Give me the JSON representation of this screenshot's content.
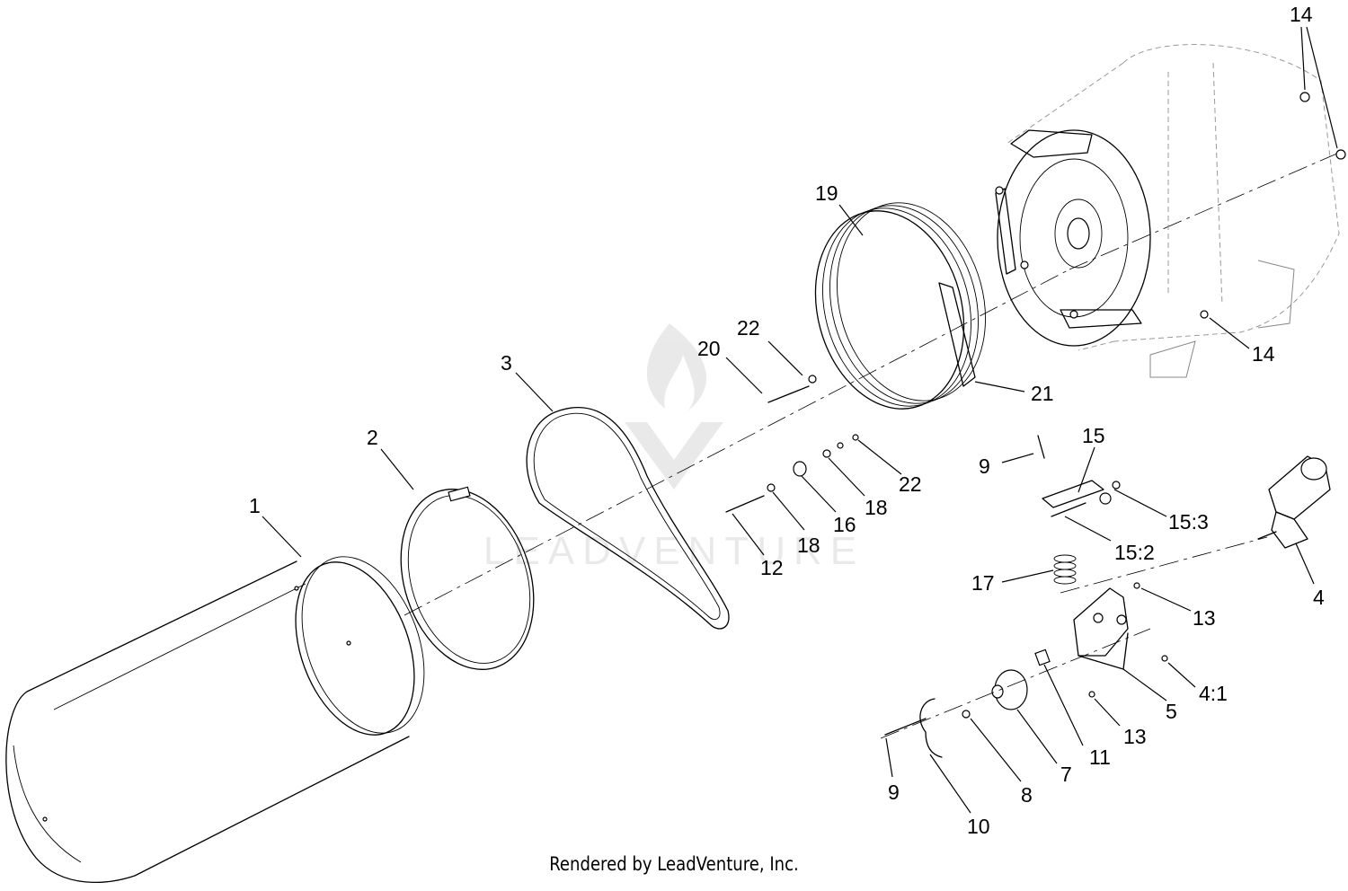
{
  "credit": "Rendered by LeadVenture, Inc.",
  "watermark": "LEADVENTURE",
  "callouts": [
    {
      "key": "c1",
      "label": "1"
    },
    {
      "key": "c2",
      "label": "2"
    },
    {
      "key": "c3",
      "label": "3"
    },
    {
      "key": "c4",
      "label": "4"
    },
    {
      "key": "c4_1",
      "label": "4:1"
    },
    {
      "key": "c5",
      "label": "5"
    },
    {
      "key": "c7",
      "label": "7"
    },
    {
      "key": "c8",
      "label": "8"
    },
    {
      "key": "c9a",
      "label": "9"
    },
    {
      "key": "c9b",
      "label": "9"
    },
    {
      "key": "c10",
      "label": "10"
    },
    {
      "key": "c11",
      "label": "11"
    },
    {
      "key": "c12",
      "label": "12"
    },
    {
      "key": "c13a",
      "label": "13"
    },
    {
      "key": "c13b",
      "label": "13"
    },
    {
      "key": "c14a",
      "label": "14"
    },
    {
      "key": "c14b",
      "label": "14"
    },
    {
      "key": "c15",
      "label": "15"
    },
    {
      "key": "c15_2",
      "label": "15:2"
    },
    {
      "key": "c15_3",
      "label": "15:3"
    },
    {
      "key": "c16",
      "label": "16"
    },
    {
      "key": "c17",
      "label": "17"
    },
    {
      "key": "c18a",
      "label": "18"
    },
    {
      "key": "c18b",
      "label": "18"
    },
    {
      "key": "c19",
      "label": "19"
    },
    {
      "key": "c20",
      "label": "20"
    },
    {
      "key": "c21",
      "label": "21"
    },
    {
      "key": "c22a",
      "label": "22"
    },
    {
      "key": "c22b",
      "label": "22"
    }
  ]
}
